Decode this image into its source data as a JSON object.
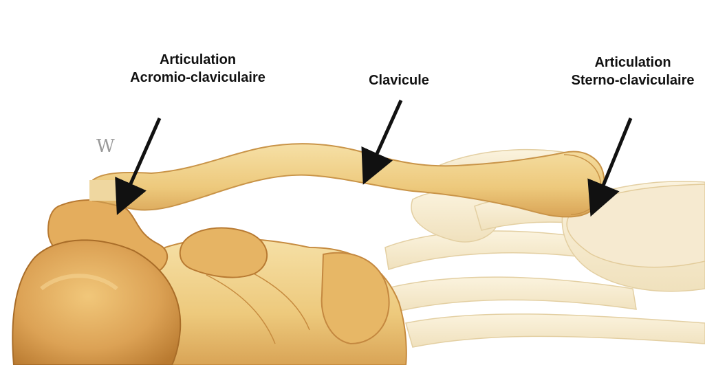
{
  "labels": {
    "acromio_line1": "Articulation",
    "acromio_line2": "Acromio-claviculaire",
    "clavicle": "Clavicule",
    "sterno_line1": "Articulation",
    "sterno_line2": "Sterno-claviculaire"
  },
  "corner_mark": "W",
  "colors": {
    "bone_fill": "#f1d48e",
    "bone_shadow": "#d9a456",
    "bone_dark": "#b87a32",
    "rib_fill": "#f7ecd2",
    "arrow": "#111111"
  }
}
